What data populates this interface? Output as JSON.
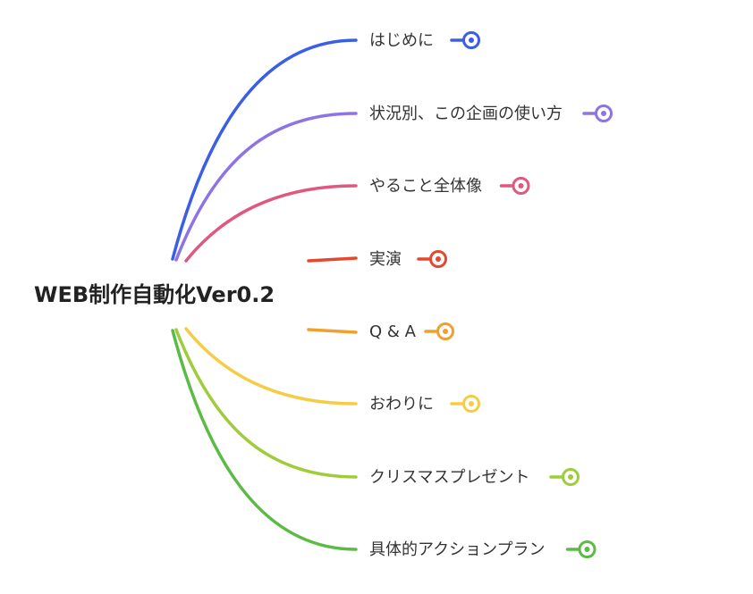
{
  "root": {
    "label": "WEB制作自動化Ver0.2"
  },
  "branches": [
    {
      "label": "はじめに",
      "color": "#3b5ee6",
      "icon": "collapse-toggle-icon"
    },
    {
      "label": "状況別、この企画の使い方",
      "color": "#8e73e6",
      "icon": "collapse-toggle-icon"
    },
    {
      "label": "やること全体像",
      "color": "#e0577f",
      "icon": "collapse-toggle-icon"
    },
    {
      "label": "実演",
      "color": "#e2492f",
      "icon": "collapse-toggle-icon"
    },
    {
      "label": "Q & A",
      "color": "#f0a030",
      "icon": "collapse-toggle-icon"
    },
    {
      "label": "おわりに",
      "color": "#f5cd45",
      "icon": "collapse-toggle-icon"
    },
    {
      "label": "クリスマスプレゼント",
      "color": "#9fcc3a",
      "icon": "collapse-toggle-icon"
    },
    {
      "label": "具体的アクションプラン",
      "color": "#5cbb45",
      "icon": "collapse-toggle-icon"
    }
  ]
}
